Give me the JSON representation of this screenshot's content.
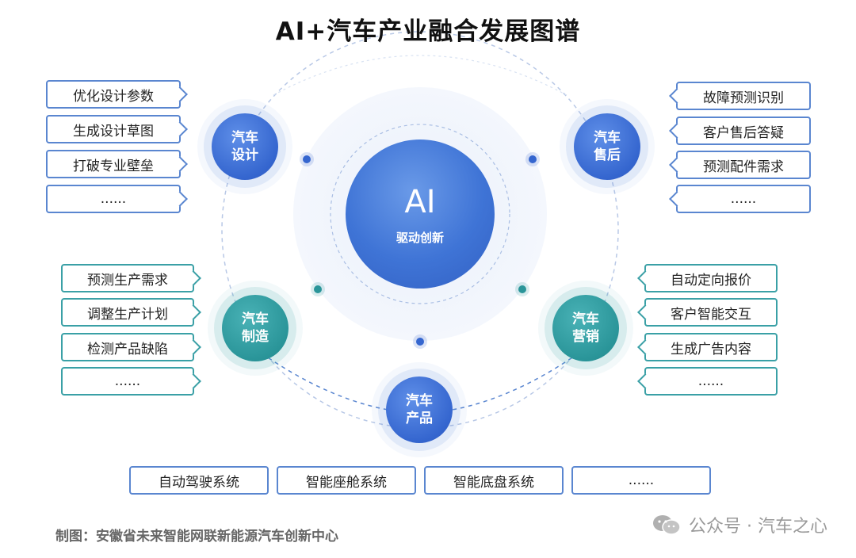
{
  "title": "AI+汽车产业融合发展图谱",
  "core": {
    "label": "AI",
    "sublabel": "驱动创新"
  },
  "nodes": {
    "design": {
      "line1": "汽车",
      "line2": "设计"
    },
    "aftersales": {
      "line1": "汽车",
      "line2": "售后"
    },
    "manufacturing": {
      "line1": "汽车",
      "line2": "制造"
    },
    "marketing": {
      "line1": "汽车",
      "line2": "营销"
    },
    "product": {
      "line1": "汽车",
      "line2": "产品"
    }
  },
  "design_items": [
    "优化设计参数",
    "生成设计草图",
    "打破专业壁垒",
    "......"
  ],
  "aftersales_items": [
    "故障预测识别",
    "客户售后答疑",
    "预测配件需求",
    "......"
  ],
  "manufacturing_items": [
    "预测生产需求",
    "调整生产计划",
    "检测产品缺陷",
    "......"
  ],
  "marketing_items": [
    "自动定向报价",
    "客户智能交互",
    "生成广告内容",
    "......"
  ],
  "product_items": [
    "自动驾驶系统",
    "智能座舱系统",
    "智能底盘系统",
    "......"
  ],
  "credit": "制图：安徽省未来智能网联新能源汽车创新中心",
  "watermark": "公众号 · 汽车之心",
  "colors": {
    "blue": "#3566cf",
    "teal": "#2a9599",
    "border_blue": "#5a86d0",
    "border_teal": "#3aa0a6"
  },
  "icons": {
    "watermark": "wechat-icon"
  }
}
